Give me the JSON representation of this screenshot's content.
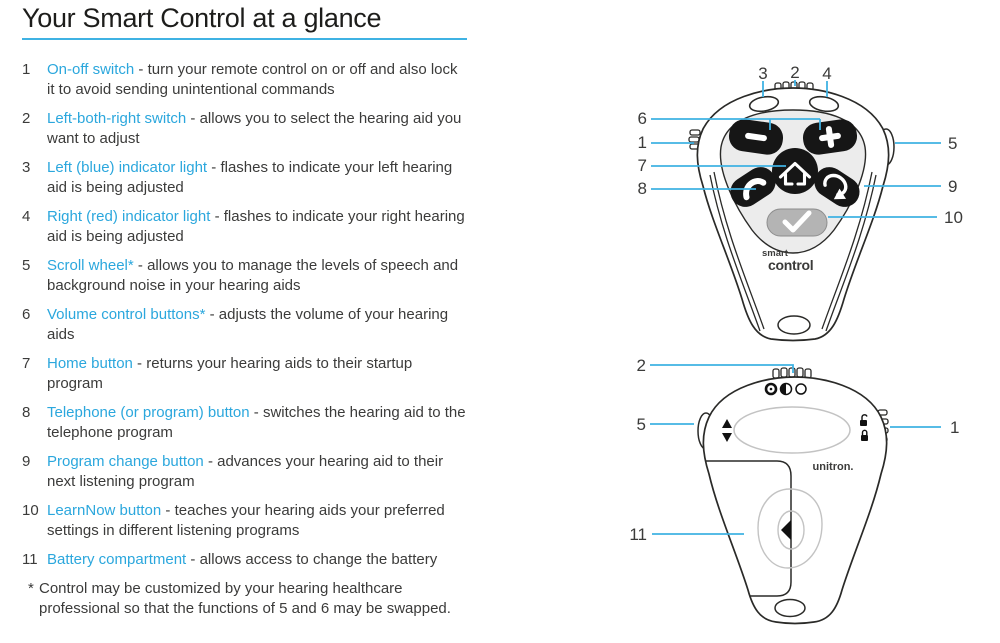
{
  "page": {
    "title": "Your Smart Control at a glance"
  },
  "colors": {
    "accent_text": "#2ba7dd",
    "callout_line": "#3fb2e3",
    "body_text": "#3b3b3a"
  },
  "glossary": {
    "separator": " - ",
    "items": [
      {
        "num": "1",
        "term": "On-off switch",
        "desc": "turn your remote control on or off and also lock it to avoid sending unintentional commands"
      },
      {
        "num": "2",
        "term": "Left-both-right switch",
        "desc": "allows you to select the hearing aid you want to adjust"
      },
      {
        "num": "3",
        "term": "Left (blue) indicator light",
        "desc": "flashes to indicate your left hearing aid is being adjusted"
      },
      {
        "num": "4",
        "term": "Right (red) indicator light",
        "desc": "flashes to indicate your right hearing aid is being adjusted"
      },
      {
        "num": "5",
        "term": "Scroll wheel*",
        "desc": "allows you to manage the levels of speech and background noise in your hearing aids"
      },
      {
        "num": "6",
        "term": "Volume control buttons*",
        "desc": "adjusts the volume of your hearing aids"
      },
      {
        "num": "7",
        "term": "Home button",
        "desc": "returns your hearing aids to their startup program"
      },
      {
        "num": "8",
        "term": "Telephone (or program) button",
        "desc": "switches the hearing aid to the telephone program"
      },
      {
        "num": "9",
        "term": "Program change button",
        "desc": "advances your hearing aid to their next listening program"
      },
      {
        "num": "10",
        "term": "LearnNow button",
        "desc": "teaches your hearing aids your preferred settings in different listening programs"
      },
      {
        "num": "11",
        "term": "Battery compartment",
        "desc": "allows access to change the battery"
      }
    ],
    "footnote_marker": "*",
    "footnote": "Control may be customized by your hearing healthcare professional so that the functions of 5 and 6 may be swapped."
  },
  "diagrams": {
    "front": {
      "view": "front",
      "brand_small": "smart",
      "brand_large": "control",
      "callouts": {
        "left_indicator": "3",
        "selector_switch": "2",
        "right_indicator": "4",
        "volume_buttons": "6",
        "onoff_switch": "1",
        "home_button": "7",
        "telephone_button": "8",
        "scroll_wheel": "5",
        "program_button": "9",
        "learnnow_button": "10"
      },
      "icons": {
        "volume_down": "minus",
        "volume_up": "plus",
        "home": "house",
        "telephone": "handset",
        "program_change": "loop-arrow",
        "learnnow": "checkmark"
      }
    },
    "back": {
      "view": "back",
      "brand": "unitron.",
      "callouts": {
        "selector_switch": "2",
        "scroll_wheel": "5",
        "onoff_switch": "1",
        "battery_compartment": "11"
      },
      "icons": {
        "scroll_directions": "up-down-arrows",
        "unlocked": "open-padlock",
        "locked": "closed-padlock",
        "selector_positions": "left-both-right-dots"
      }
    }
  }
}
